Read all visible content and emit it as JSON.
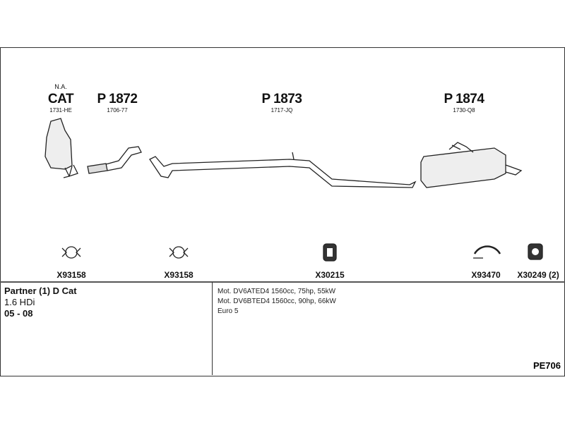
{
  "parts": [
    {
      "pre": "N.A.",
      "name": "CAT",
      "ref": "1731-HE"
    },
    {
      "name": "P 1872",
      "ref": "1706-77"
    },
    {
      "name": "P 1873",
      "ref": "1717-JQ"
    },
    {
      "name": "P 1874",
      "ref": "1730-Q8"
    }
  ],
  "fittings": [
    "X93158",
    "X93158",
    "X30215",
    "X93470",
    "X30249 (2)"
  ],
  "vehicle": {
    "model": "Partner (1) D Cat",
    "engine": "1.6 HDi",
    "years": "05 - 08"
  },
  "motors": [
    "Mot. DV6ATED4 1560cc, 75hp, 55kW",
    "Mot. DV6BTED4 1560cc, 90hp, 66kW",
    "Euro 5"
  ],
  "system_code": "PE706"
}
